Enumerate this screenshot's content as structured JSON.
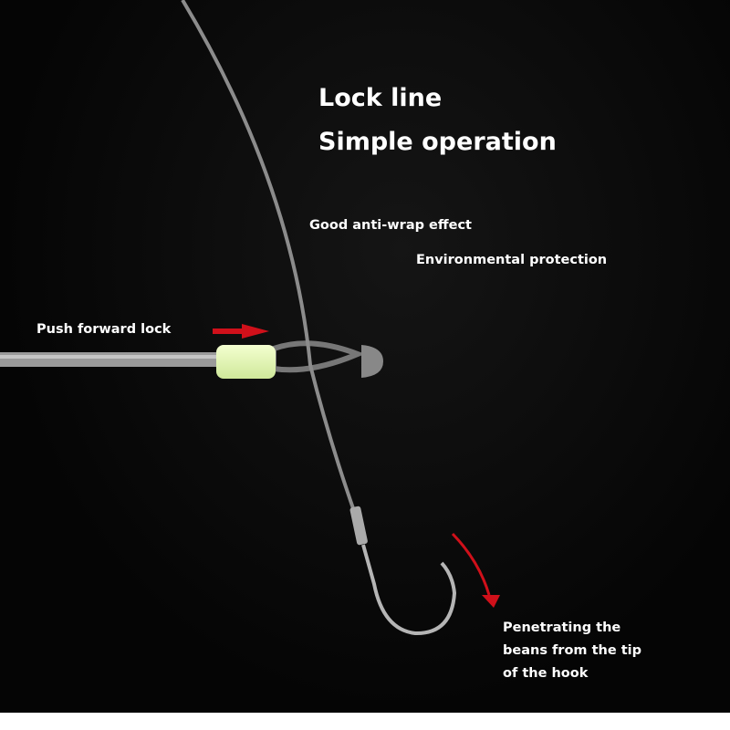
{
  "headline": {
    "line1": "Lock line",
    "line2": "Simple operation"
  },
  "features": [
    "Good anti-wrap effect",
    "Environmental protection"
  ],
  "callouts": {
    "push": "Push forward lock",
    "penetrate": [
      "Penetrating the",
      "beans from the tip",
      "of the hook"
    ]
  },
  "colors": {
    "background": "#050505",
    "accent": "#d0101a",
    "glow_bead": "#e6f5b0"
  }
}
